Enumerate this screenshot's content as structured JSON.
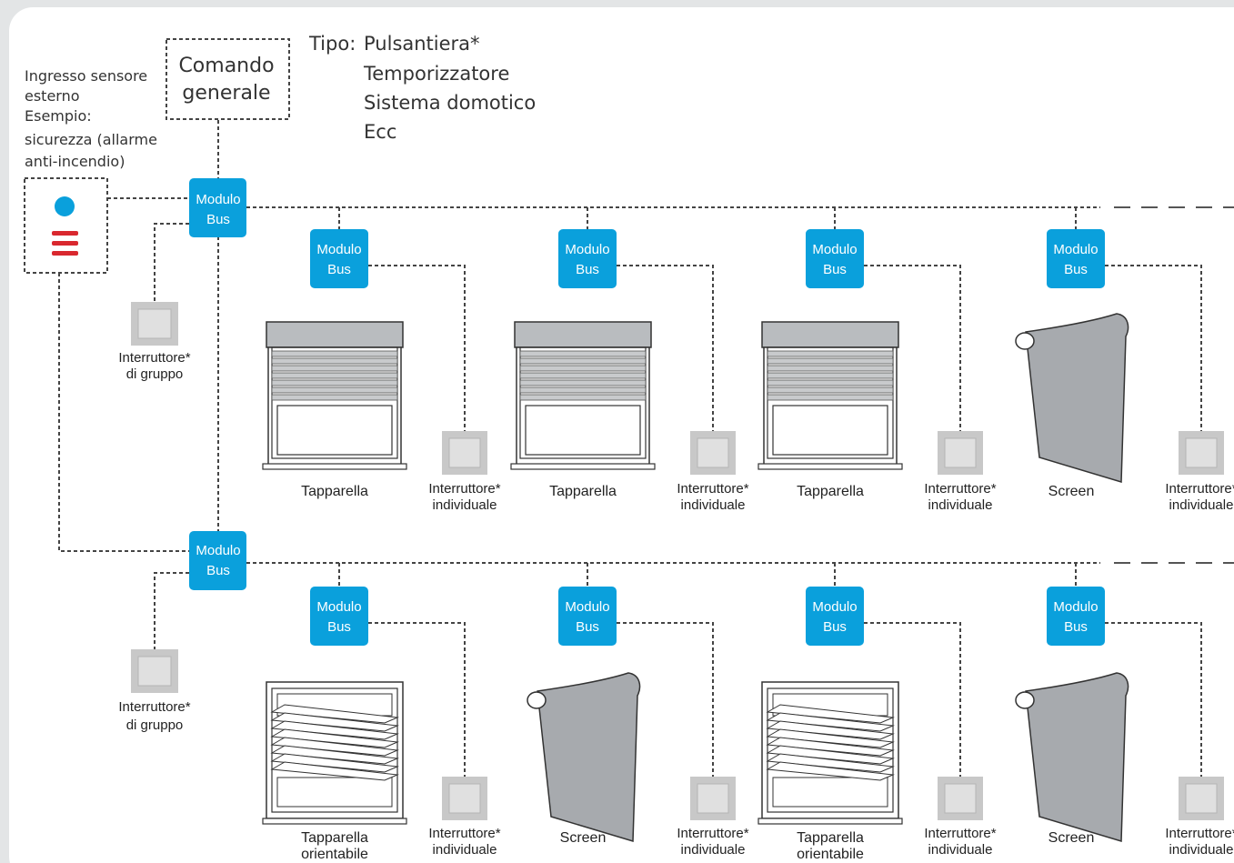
{
  "command": {
    "line1": "Comando",
    "line2": "generale"
  },
  "tipo": {
    "label": "Tipo:",
    "items": [
      "Pulsantiera*",
      "Temporizzatore",
      "Sistema domotico",
      "Ecc"
    ]
  },
  "sensor": {
    "lines": [
      "Ingresso sensore",
      "esterno",
      "Esempio:",
      "sicurezza (allarme",
      "anti-incendio)"
    ]
  },
  "bus": {
    "line1": "Modulo",
    "line2": "Bus"
  },
  "group_switch": {
    "line1": "Interruttore*",
    "line2": "di gruppo"
  },
  "individual_switch": {
    "line1": "Interruttore*",
    "line2": "individuale"
  },
  "row1": [
    {
      "type": "roller",
      "label1": "Tapparella",
      "label2": ""
    },
    {
      "type": "roller",
      "label1": "Tapparella",
      "label2": ""
    },
    {
      "type": "roller",
      "label1": "Tapparella",
      "label2": ""
    },
    {
      "type": "screen",
      "label1": "Screen",
      "label2": ""
    }
  ],
  "row2": [
    {
      "type": "venetian",
      "label1": "Tapparella",
      "label2": "orientabile"
    },
    {
      "type": "screen",
      "label1": "Screen",
      "label2": ""
    },
    {
      "type": "venetian",
      "label1": "Tapparella",
      "label2": "orientabile"
    },
    {
      "type": "screen",
      "label1": "Screen",
      "label2": ""
    }
  ],
  "colors": {
    "bus": "#0aa0dc",
    "alarm_dot": "#0aa0dc",
    "alarm_bars": "#d9282f",
    "background": "#ffffff",
    "frame": "#e3e5e6"
  }
}
